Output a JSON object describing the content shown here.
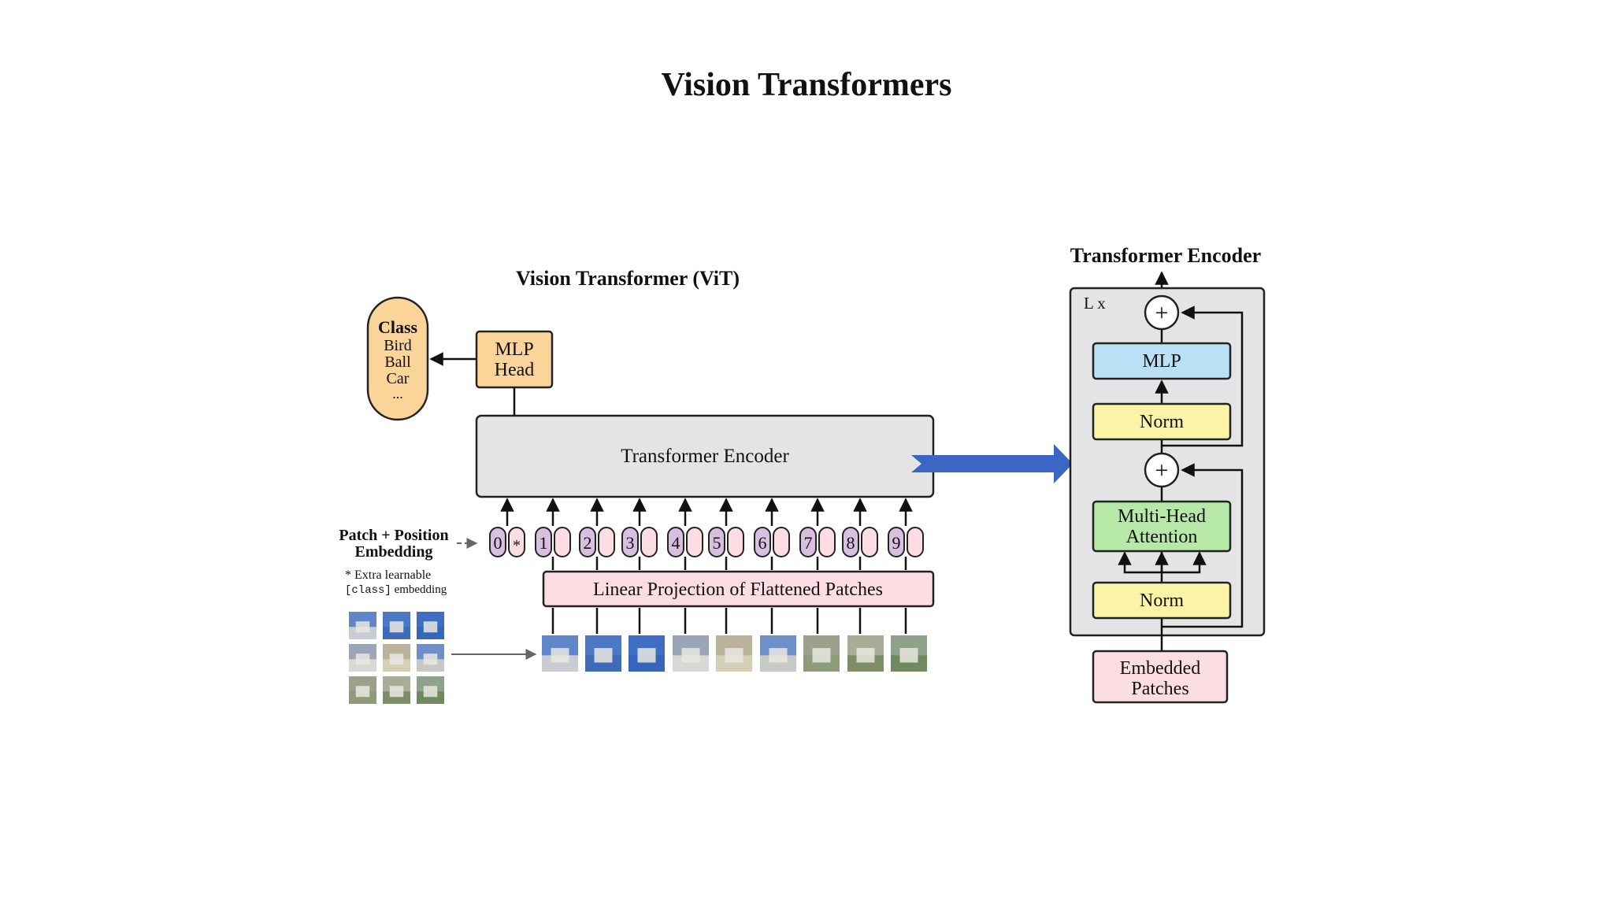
{
  "slide": {
    "title": "Vision Transformers"
  },
  "vit": {
    "title": "Vision Transformer (ViT)",
    "class_box": {
      "heading": "Class",
      "items": [
        "Bird",
        "Ball",
        "Car",
        "..."
      ]
    },
    "mlp_head": [
      "MLP",
      "Head"
    ],
    "encoder_label": "Transformer Encoder",
    "embedding_label": [
      "Patch + Position",
      "Embedding"
    ],
    "footnote": {
      "star": "* Extra learnable",
      "code": "[class]",
      "rest": " embedding"
    },
    "tokens": [
      "0",
      "1",
      "2",
      "3",
      "4",
      "5",
      "6",
      "7",
      "8",
      "9"
    ],
    "class_token_mark": "*",
    "projection_label": "Linear Projection of Flattened Patches",
    "colors": {
      "orange": "#fbd49a",
      "gray": "#e4e4e6",
      "pink": "#fbdde3",
      "purple": "#d9bfdf",
      "arrow": "#3b66c4"
    }
  },
  "encoder": {
    "title": "Transformer Encoder",
    "repeat": "L x",
    "mlp": "MLP",
    "norm_top": "Norm",
    "attention": [
      "Multi-Head",
      "Attention"
    ],
    "norm_bottom": "Norm",
    "add_symbol": "+",
    "embedded_patches": [
      "Embedded",
      "Patches"
    ],
    "colors": {
      "mlp": "#b9e0f5",
      "norm": "#fbf3a6",
      "attention": "#b6e8a8",
      "embedded": "#fbdde3"
    }
  }
}
